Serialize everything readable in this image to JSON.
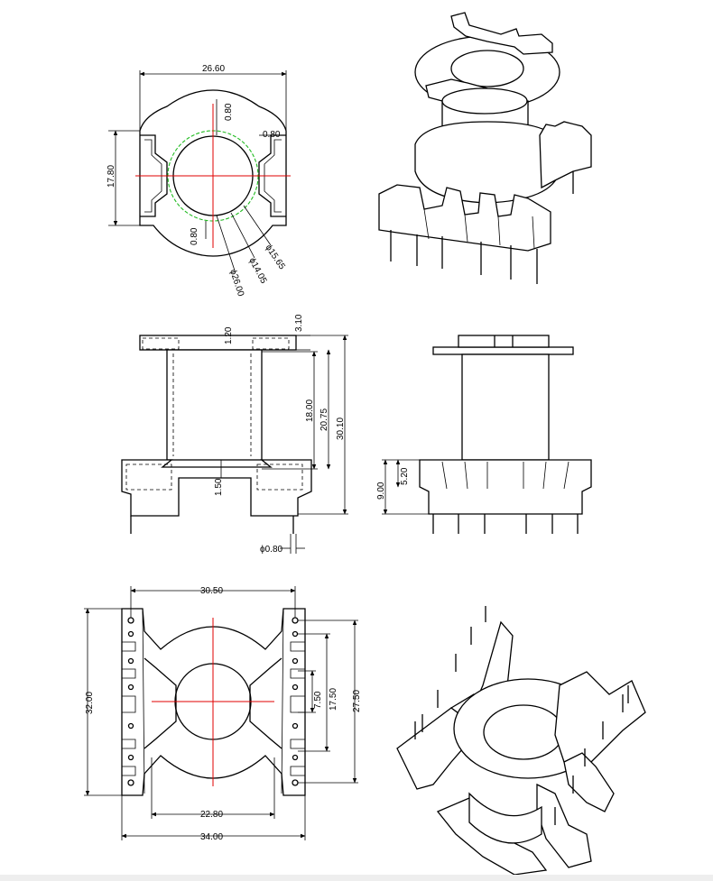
{
  "top_view": {
    "width": "26.60",
    "height": "17.80",
    "wall_top": "0.80",
    "wall_right": "0.80",
    "wall_bottom": "0.80",
    "dia_outer": "ϕ26.00",
    "dia_inner": "ϕ14.05",
    "dia_mid": "ϕ15.65"
  },
  "front_view": {
    "flange": "1.20",
    "top_flange": "3.10",
    "winding": "18.00",
    "inner_height": "20.75",
    "total_height": "30.10",
    "base_step": "1.50",
    "pin_dia": "ϕ0.80"
  },
  "side_view": {
    "pin_len": "9.00",
    "base_h": "5.20"
  },
  "bottom_view": {
    "pin_span": "30.50",
    "length": "32.00",
    "pitch": "7.50",
    "inner_span": "17.50",
    "outer_span": "27.50",
    "flange_w": "22.80",
    "total_w": "34.00"
  },
  "colors": {
    "centerline": "#e00000",
    "winding_circle": "#22bb22",
    "ink": "#000000"
  }
}
